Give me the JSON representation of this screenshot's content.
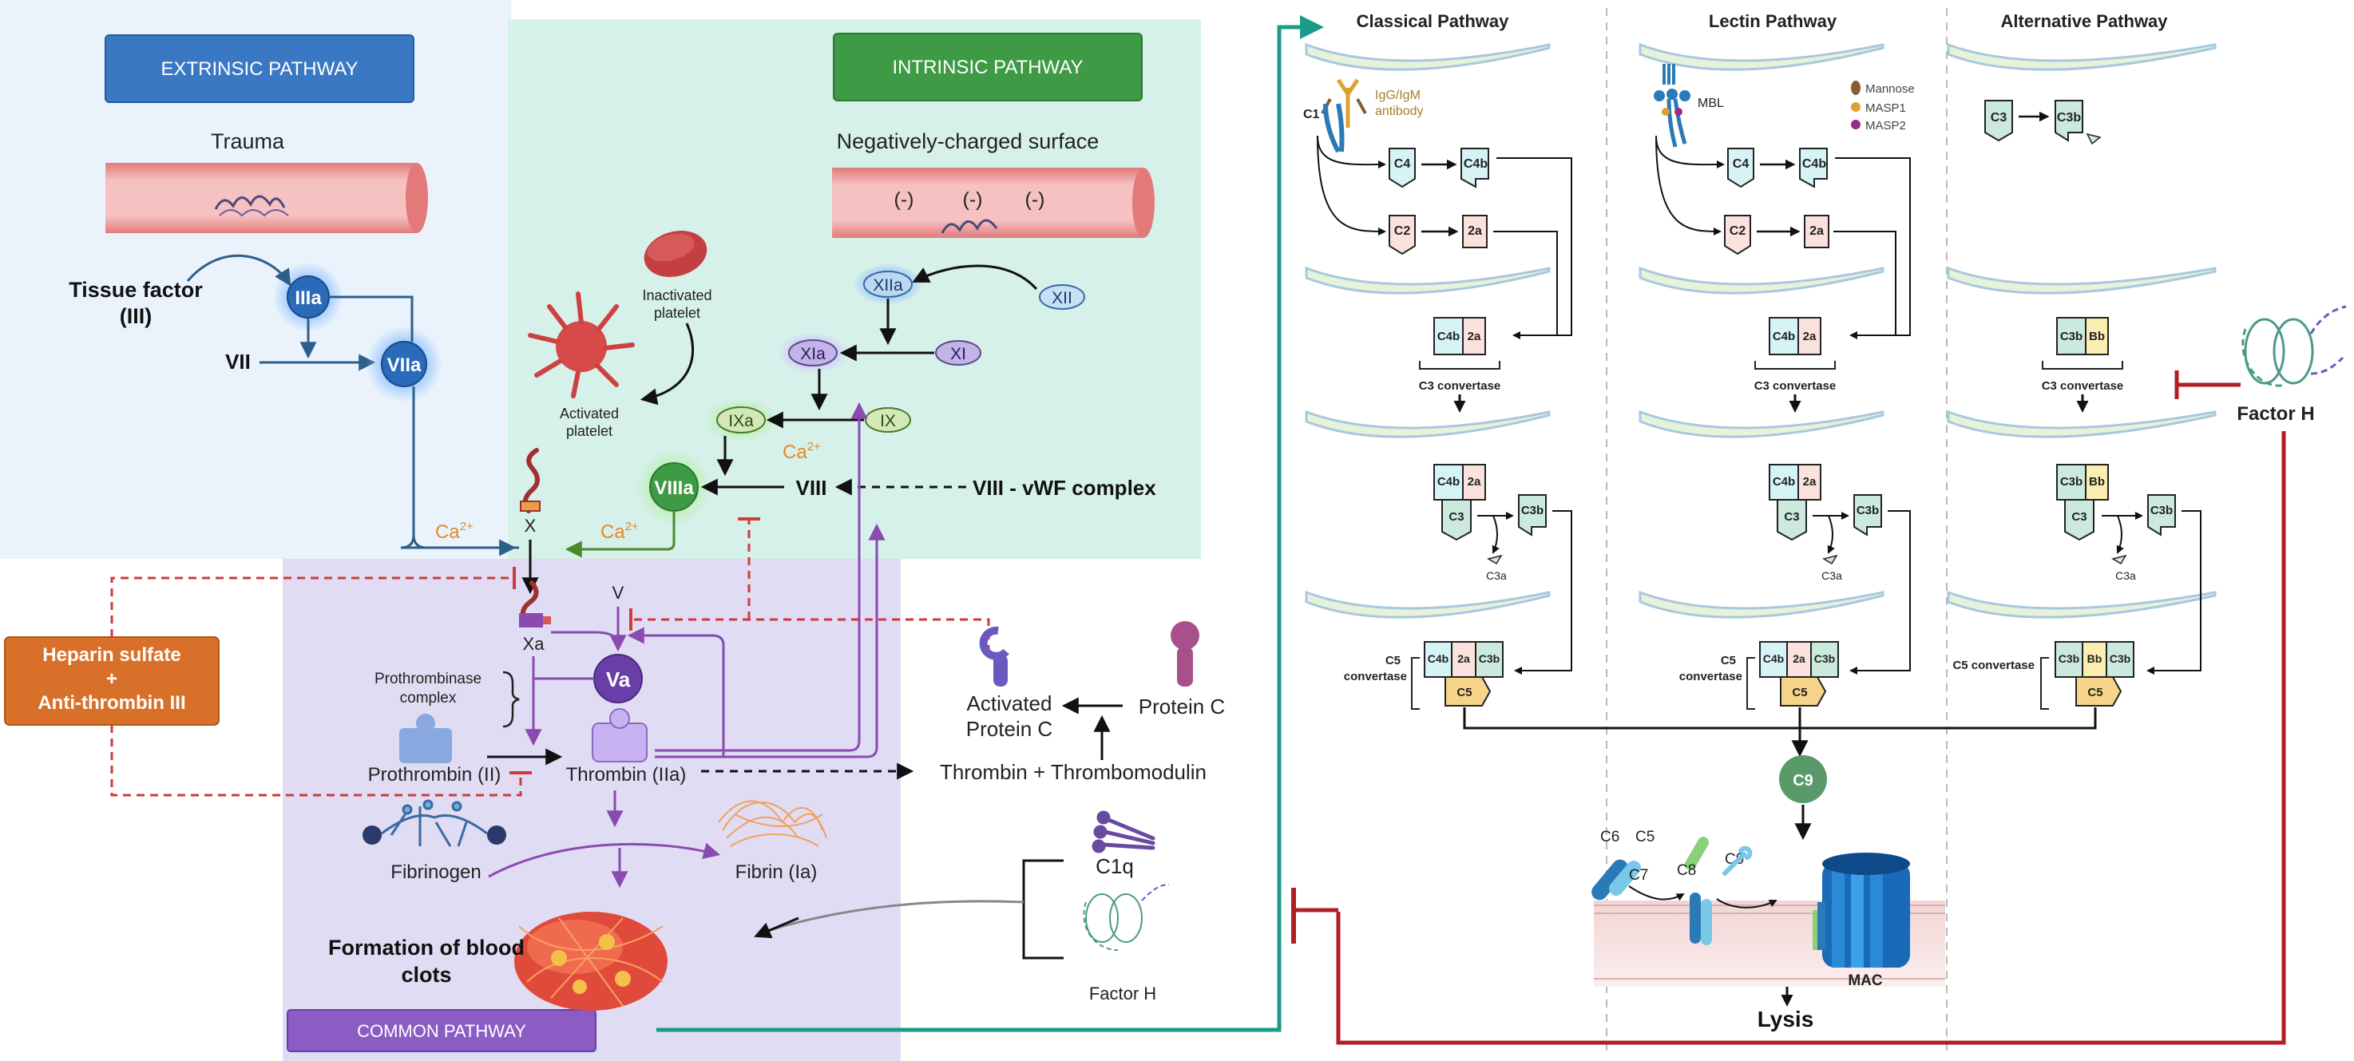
{
  "colors": {
    "extrinsic_bg": "#eaf3fc",
    "intrinsic_bg": "#d6f0ea",
    "common_bg": "#e0dcf4",
    "extrinsic_label": "#3a78c4",
    "intrinsic_label": "#3e9a44",
    "common_label": "#8b5cc4",
    "heparin_box": "#d9702a",
    "blue_path": "#2c5f8a",
    "green_path": "#4a8a2a",
    "purple_path": "#8a4ab0",
    "inhibit_red": "#d03a3a",
    "teal_link": "#1a9a88",
    "factor_h_red": "#b01e24",
    "calcium": "#e08a2a"
  },
  "coagulation": {
    "extrinsic_label": "EXTRINSIC PATHWAY",
    "intrinsic_label": "INTRINSIC PATHWAY",
    "common_label": "COMMON PATHWAY",
    "trauma": "Trauma",
    "negative_surface": "Negatively-charged surface",
    "charges": [
      "(-)",
      "(-)",
      "(-)"
    ],
    "tissue_factor_line1": "Tissue factor",
    "tissue_factor_line2": "(III)",
    "factor_iiia": "IIIa",
    "factor_vii": "VII",
    "factor_viia": "VIIa",
    "calcium_main": "Ca",
    "calcium_sup": "2+",
    "factor_x": "X",
    "factor_xa": "Xa",
    "factor_v": "V",
    "factor_va": "Va",
    "factor_xii": "XII",
    "factor_xiia": "XIIa",
    "factor_xi": "XI",
    "factor_xia": "XIa",
    "factor_ix": "IX",
    "factor_ixa": "IXa",
    "factor_viii": "VIII",
    "factor_viiia": "VIIIa",
    "vwf_complex": "VIII - vWF complex",
    "inactivated_platelet_line1": "Inactivated",
    "inactivated_platelet_line2": "platelet",
    "activated_platelet_line1": "Activated",
    "activated_platelet_line2": "platelet",
    "heparin_line1": "Heparin sulfate",
    "heparin_line2": "+",
    "heparin_line3": "Anti-thrombin III",
    "prothrombinase_line1": "Prothrombinase",
    "prothrombinase_line2": "complex",
    "prothrombin": "Prothrombin (II)",
    "thrombin": "Thrombin (IIa)",
    "fibrinogen": "Fibrinogen",
    "fibrin": "Fibrin (Ia)",
    "clot_line1": "Formation of blood",
    "clot_line2": "clots",
    "activated_protein_c_line1": "Activated",
    "activated_protein_c_line2": "Protein C",
    "protein_c": "Protein C",
    "thrombomodulin": "Thrombin + Thrombomodulin",
    "c1q": "C1q",
    "factor_h": "Factor H"
  },
  "complement": {
    "classical_title": "Classical Pathway",
    "lectin_title": "Lectin Pathway",
    "alternative_title": "Alternative Pathway",
    "c1": "C1",
    "igg_line1": "IgG/IgM",
    "igg_line2": "antibody",
    "mbl": "MBL",
    "legend_mannose": "Mannose",
    "legend_masp1": "MASP1",
    "legend_masp2": "MASP2",
    "c2": "C2",
    "c2a": "2a",
    "c3": "C3",
    "c3a": "C3a",
    "c3b": "C3b",
    "c4": "C4",
    "c4b": "C4b",
    "c5": "C5",
    "bb": "Bb",
    "c3_convertase": "C3 convertase",
    "c5_convertase_line1": "C5",
    "c5_convertase_line2": "convertase",
    "c5_convertase_alt": "C5 convertase",
    "c6": "C6",
    "c7": "C7",
    "c8": "C8",
    "c9": "C9",
    "mac": "MAC",
    "lysis": "Lysis",
    "factor_h": "Factor H"
  }
}
